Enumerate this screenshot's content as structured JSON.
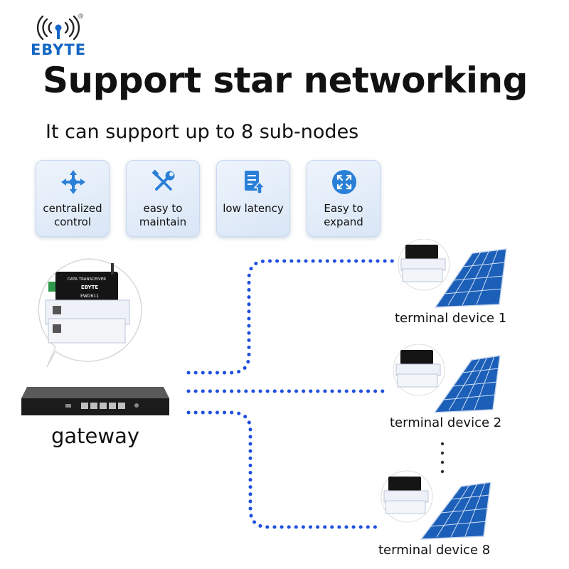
{
  "brand": {
    "name": "EBYTE",
    "registered": "®"
  },
  "headline": "Support star networking",
  "subheadline": "It can support up to 8 sub-nodes",
  "features": [
    {
      "icon": "centralized-control-icon",
      "label": "centralized control"
    },
    {
      "icon": "wrench-screwdriver-icon",
      "label": "easy to maintain"
    },
    {
      "icon": "low-latency-icon",
      "label": "low latency"
    },
    {
      "icon": "expand-icon",
      "label": "Easy to expand"
    }
  ],
  "gateway": {
    "label": "gateway",
    "module_title": "DATA TRANSCEIVER",
    "module_model": "EWD611",
    "module_brand": "EBYTE"
  },
  "terminals": [
    {
      "label": "terminal device 1"
    },
    {
      "label": "terminal device 2"
    },
    {
      "label": "terminal device 8"
    }
  ],
  "colors": {
    "accent": "#1466c4",
    "dots": "#1f4fe0",
    "panel": "#1c5fb8",
    "card_bg": "#e4edf8"
  }
}
